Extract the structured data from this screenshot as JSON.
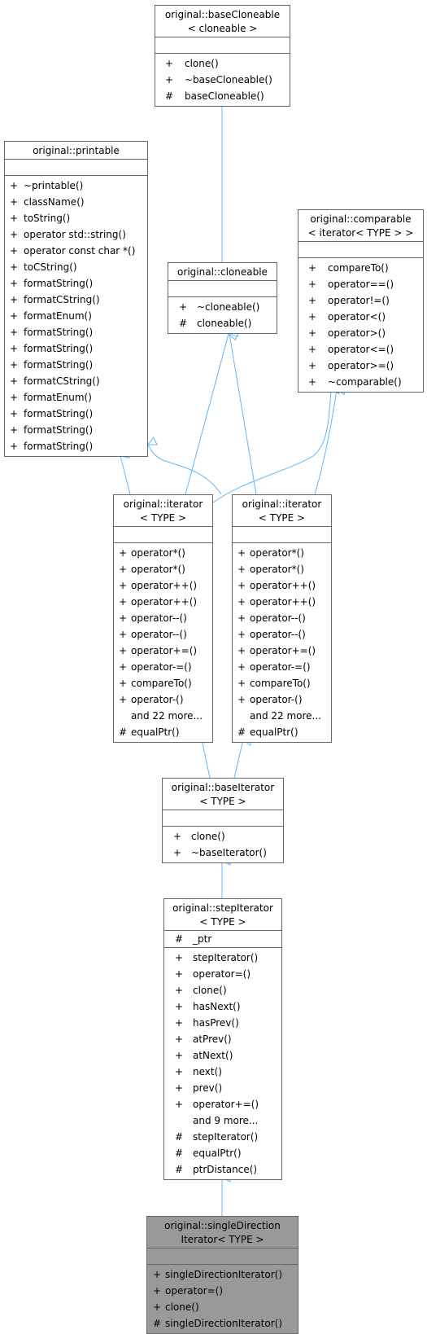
{
  "diagram": {
    "nodes": {
      "baseCloneable": {
        "title": [
          "original::baseCloneable",
          "< cloneable >"
        ],
        "attributes": [],
        "methods": [
          {
            "vis": "+",
            "name": "clone()"
          },
          {
            "vis": "+",
            "name": "~baseCloneable()"
          },
          {
            "vis": "#",
            "name": "baseCloneable()"
          }
        ]
      },
      "printable": {
        "title": [
          "original::printable"
        ],
        "attributes": [],
        "methods": [
          {
            "vis": "+",
            "name": "~printable()"
          },
          {
            "vis": "+",
            "name": "className()"
          },
          {
            "vis": "+",
            "name": "toString()"
          },
          {
            "vis": "+",
            "name": "operator std::string()"
          },
          {
            "vis": "+",
            "name": "operator const char *()"
          },
          {
            "vis": "+",
            "name": "toCString()"
          },
          {
            "vis": "+",
            "name": "formatString()"
          },
          {
            "vis": "+",
            "name": "formatCString()"
          },
          {
            "vis": "+",
            "name": "formatEnum()"
          },
          {
            "vis": "+",
            "name": "formatString()"
          },
          {
            "vis": "+",
            "name": "formatString()"
          },
          {
            "vis": "+",
            "name": "formatString()"
          },
          {
            "vis": "+",
            "name": "formatCString()"
          },
          {
            "vis": "+",
            "name": "formatEnum()"
          },
          {
            "vis": "+",
            "name": "formatString()"
          },
          {
            "vis": "+",
            "name": "formatString()"
          },
          {
            "vis": "+",
            "name": "formatString()"
          }
        ]
      },
      "cloneable": {
        "title": [
          "original::cloneable"
        ],
        "attributes": [],
        "methods": [
          {
            "vis": "+",
            "name": "~cloneable()"
          },
          {
            "vis": "#",
            "name": "cloneable()"
          }
        ]
      },
      "comparable": {
        "title": [
          "original::comparable",
          "< iterator< TYPE > >"
        ],
        "attributes": [],
        "methods": [
          {
            "vis": "+",
            "name": "compareTo()"
          },
          {
            "vis": "+",
            "name": "operator==()"
          },
          {
            "vis": "+",
            "name": "operator!=()"
          },
          {
            "vis": "+",
            "name": "operator<()"
          },
          {
            "vis": "+",
            "name": "operator>()"
          },
          {
            "vis": "+",
            "name": "operator<=()"
          },
          {
            "vis": "+",
            "name": "operator>=()"
          },
          {
            "vis": "+",
            "name": "~comparable()"
          }
        ]
      },
      "iterator1": {
        "title": [
          "original::iterator",
          "< TYPE >"
        ],
        "attributes": [],
        "methods": [
          {
            "vis": "+",
            "name": "operator*()"
          },
          {
            "vis": "+",
            "name": "operator*()"
          },
          {
            "vis": "+",
            "name": "operator++()"
          },
          {
            "vis": "+",
            "name": "operator++()"
          },
          {
            "vis": "+",
            "name": "operator--()"
          },
          {
            "vis": "+",
            "name": "operator--()"
          },
          {
            "vis": "+",
            "name": "operator+=()"
          },
          {
            "vis": "+",
            "name": "operator-=()"
          },
          {
            "vis": "+",
            "name": "compareTo()"
          },
          {
            "vis": "+",
            "name": "operator-()"
          },
          {
            "vis": "",
            "name": "and 22 more..."
          },
          {
            "vis": "#",
            "name": "equalPtr()"
          }
        ]
      },
      "iterator2": {
        "title": [
          "original::iterator",
          "< TYPE >"
        ],
        "attributes": [],
        "methods": [
          {
            "vis": "+",
            "name": "operator*()"
          },
          {
            "vis": "+",
            "name": "operator*()"
          },
          {
            "vis": "+",
            "name": "operator++()"
          },
          {
            "vis": "+",
            "name": "operator++()"
          },
          {
            "vis": "+",
            "name": "operator--()"
          },
          {
            "vis": "+",
            "name": "operator--()"
          },
          {
            "vis": "+",
            "name": "operator+=()"
          },
          {
            "vis": "+",
            "name": "operator-=()"
          },
          {
            "vis": "+",
            "name": "compareTo()"
          },
          {
            "vis": "+",
            "name": "operator-()"
          },
          {
            "vis": "",
            "name": "and 22 more..."
          },
          {
            "vis": "#",
            "name": "equalPtr()"
          }
        ]
      },
      "baseIterator": {
        "title": [
          "original::baseIterator",
          "< TYPE >"
        ],
        "attributes": [],
        "methods": [
          {
            "vis": "+",
            "name": "clone()"
          },
          {
            "vis": "+",
            "name": "~baseIterator()"
          }
        ]
      },
      "stepIterator": {
        "title": [
          "original::stepIterator",
          "< TYPE >"
        ],
        "attributes": [
          {
            "vis": "#",
            "name": "_ptr"
          }
        ],
        "methods": [
          {
            "vis": "+",
            "name": "stepIterator()"
          },
          {
            "vis": "+",
            "name": "operator=()"
          },
          {
            "vis": "+",
            "name": "clone()"
          },
          {
            "vis": "+",
            "name": "hasNext()"
          },
          {
            "vis": "+",
            "name": "hasPrev()"
          },
          {
            "vis": "+",
            "name": "atPrev()"
          },
          {
            "vis": "+",
            "name": "atNext()"
          },
          {
            "vis": "+",
            "name": "next()"
          },
          {
            "vis": "+",
            "name": "prev()"
          },
          {
            "vis": "+",
            "name": "operator+=()"
          },
          {
            "vis": "",
            "name": "and 9 more..."
          },
          {
            "vis": "#",
            "name": "stepIterator()"
          },
          {
            "vis": "#",
            "name": "equalPtr()"
          },
          {
            "vis": "#",
            "name": "ptrDistance()"
          }
        ]
      },
      "singleDirectionIterator": {
        "title": [
          "original::singleDirection",
          "Iterator< TYPE >"
        ],
        "attributes": [],
        "methods": [
          {
            "vis": "+",
            "name": "singleDirectionIterator()"
          },
          {
            "vis": "+",
            "name": "operator=()"
          },
          {
            "vis": "+",
            "name": "clone()"
          },
          {
            "vis": "#",
            "name": "singleDirectionIterator()"
          }
        ]
      }
    },
    "colors": {
      "edge": "#63b8ff",
      "border": "#666666",
      "highlight_fill": "#999999"
    }
  }
}
